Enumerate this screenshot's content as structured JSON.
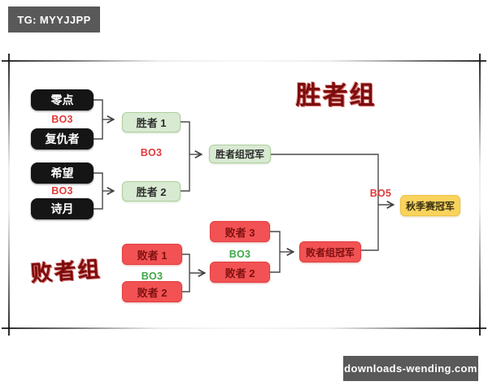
{
  "watermarks": {
    "top_left": "TG: MYYJJPP",
    "bottom_right": "downloads-wending.com"
  },
  "bracket": {
    "winners": {
      "title": "胜者组",
      "matches": [
        {
          "team_top": "零点",
          "format": "BO3",
          "team_bottom": "复仇者",
          "result": "胜者 1"
        },
        {
          "team_top": "希望",
          "format": "BO3",
          "team_bottom": "诗月",
          "result": "胜者 2"
        }
      ],
      "final_format": "BO3",
      "champion": "胜者组冠军"
    },
    "losers": {
      "title": "败者组",
      "round1": {
        "team_top": "败者 1",
        "format": "BO3",
        "team_bottom": "败者 2"
      },
      "round2": {
        "team_top": "败者 3",
        "format": "BO3",
        "team_bottom": "败者 2"
      },
      "champion": "败者组冠军"
    },
    "grand_final": {
      "format": "BO5",
      "champion": "秋季赛冠军"
    }
  },
  "colors": {
    "badge-bg": "#595959",
    "black-box-bg": "#151515",
    "green-bg": "#d9ead3",
    "green-border": "#aed09c",
    "red-bg": "#f25253",
    "red-border": "#e23d3e",
    "dark-red": "#7e1010",
    "yellow-bg": "#f9d35c",
    "yellow-border": "#eec243",
    "red-text": "#e03b3b",
    "green-text": "#3fa845",
    "title-red": "#7c0d0d",
    "line": "#4a4a4a"
  }
}
